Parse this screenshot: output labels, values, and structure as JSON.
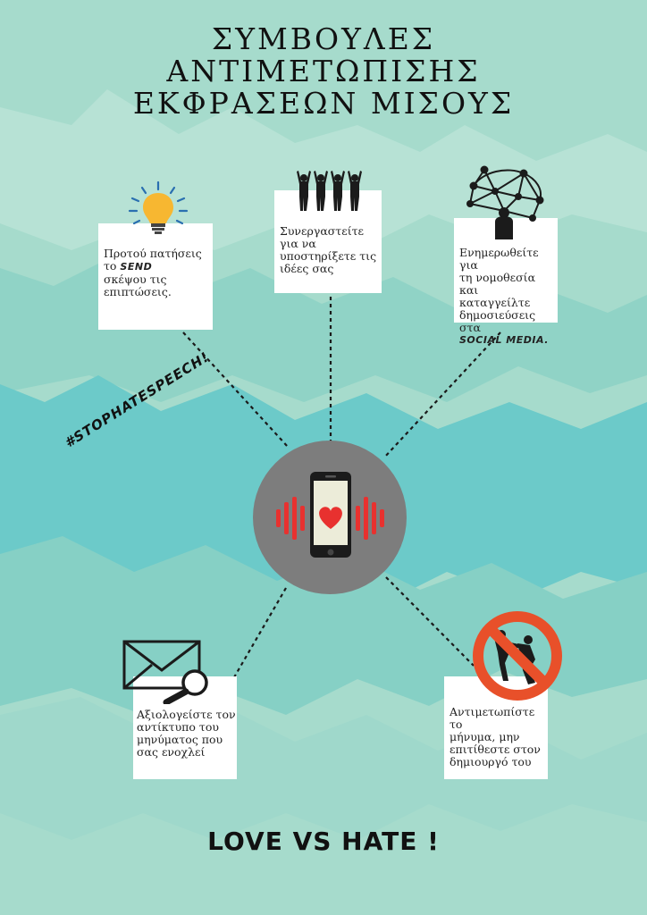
{
  "title": {
    "line1": "ΣΥΜΒΟΥΛΕΣ",
    "line2": "ΑΝΤΙΜΕΤΩΠΙΣΗΣ",
    "line3": "ΕΚΦΡΑΣΕΩΝ  ΜΙΣΟΥΣ"
  },
  "tips": [
    {
      "pre": "Προτού πατήσεις",
      "pre2": "το ",
      "brand": "SEND",
      "post": "σκέψου τις",
      "post2": "επιπτώσεις."
    },
    {
      "l1": "Συνεργαστείτε",
      "l2": "για να",
      "l3": "υποστηρίξετε τις",
      "l4": "ιδέες σας"
    },
    {
      "l1": "Ενημερωθείτε για",
      "l2": "τη νομοθεσία και",
      "l3": "καταγγείλτε",
      "l4": "δημοσιεύσεις στα",
      "brand": "SOCIAL MEDIA."
    },
    {
      "l1": "Αξιολογείστε τον",
      "l2": "αντίκτυπο του",
      "l3": "μηνύματος που",
      "l4": "σας ενοχλεί"
    },
    {
      "l1": "Αντιμετωπίστε το",
      "l2": "μήνυμα, μην",
      "l3": "επιτίθεστε στον",
      "l4": "δημιουργό του"
    }
  ],
  "hashtag": "#STOPHATESPEECH!",
  "footer": "LOVE VS HATE !",
  "icons": [
    "lightbulb-icon",
    "people-raising-hands-icon",
    "network-person-icon",
    "envelope-magnifier-icon",
    "no-fighting-icon",
    "smartphone-heart-icon"
  ],
  "colors": {
    "background": "#a6dbcc",
    "band": "#6ccac9",
    "circle": "#7d7d7d",
    "heart": "#e8312f",
    "ban": "#e8502a",
    "bulb": "#f7b731"
  }
}
